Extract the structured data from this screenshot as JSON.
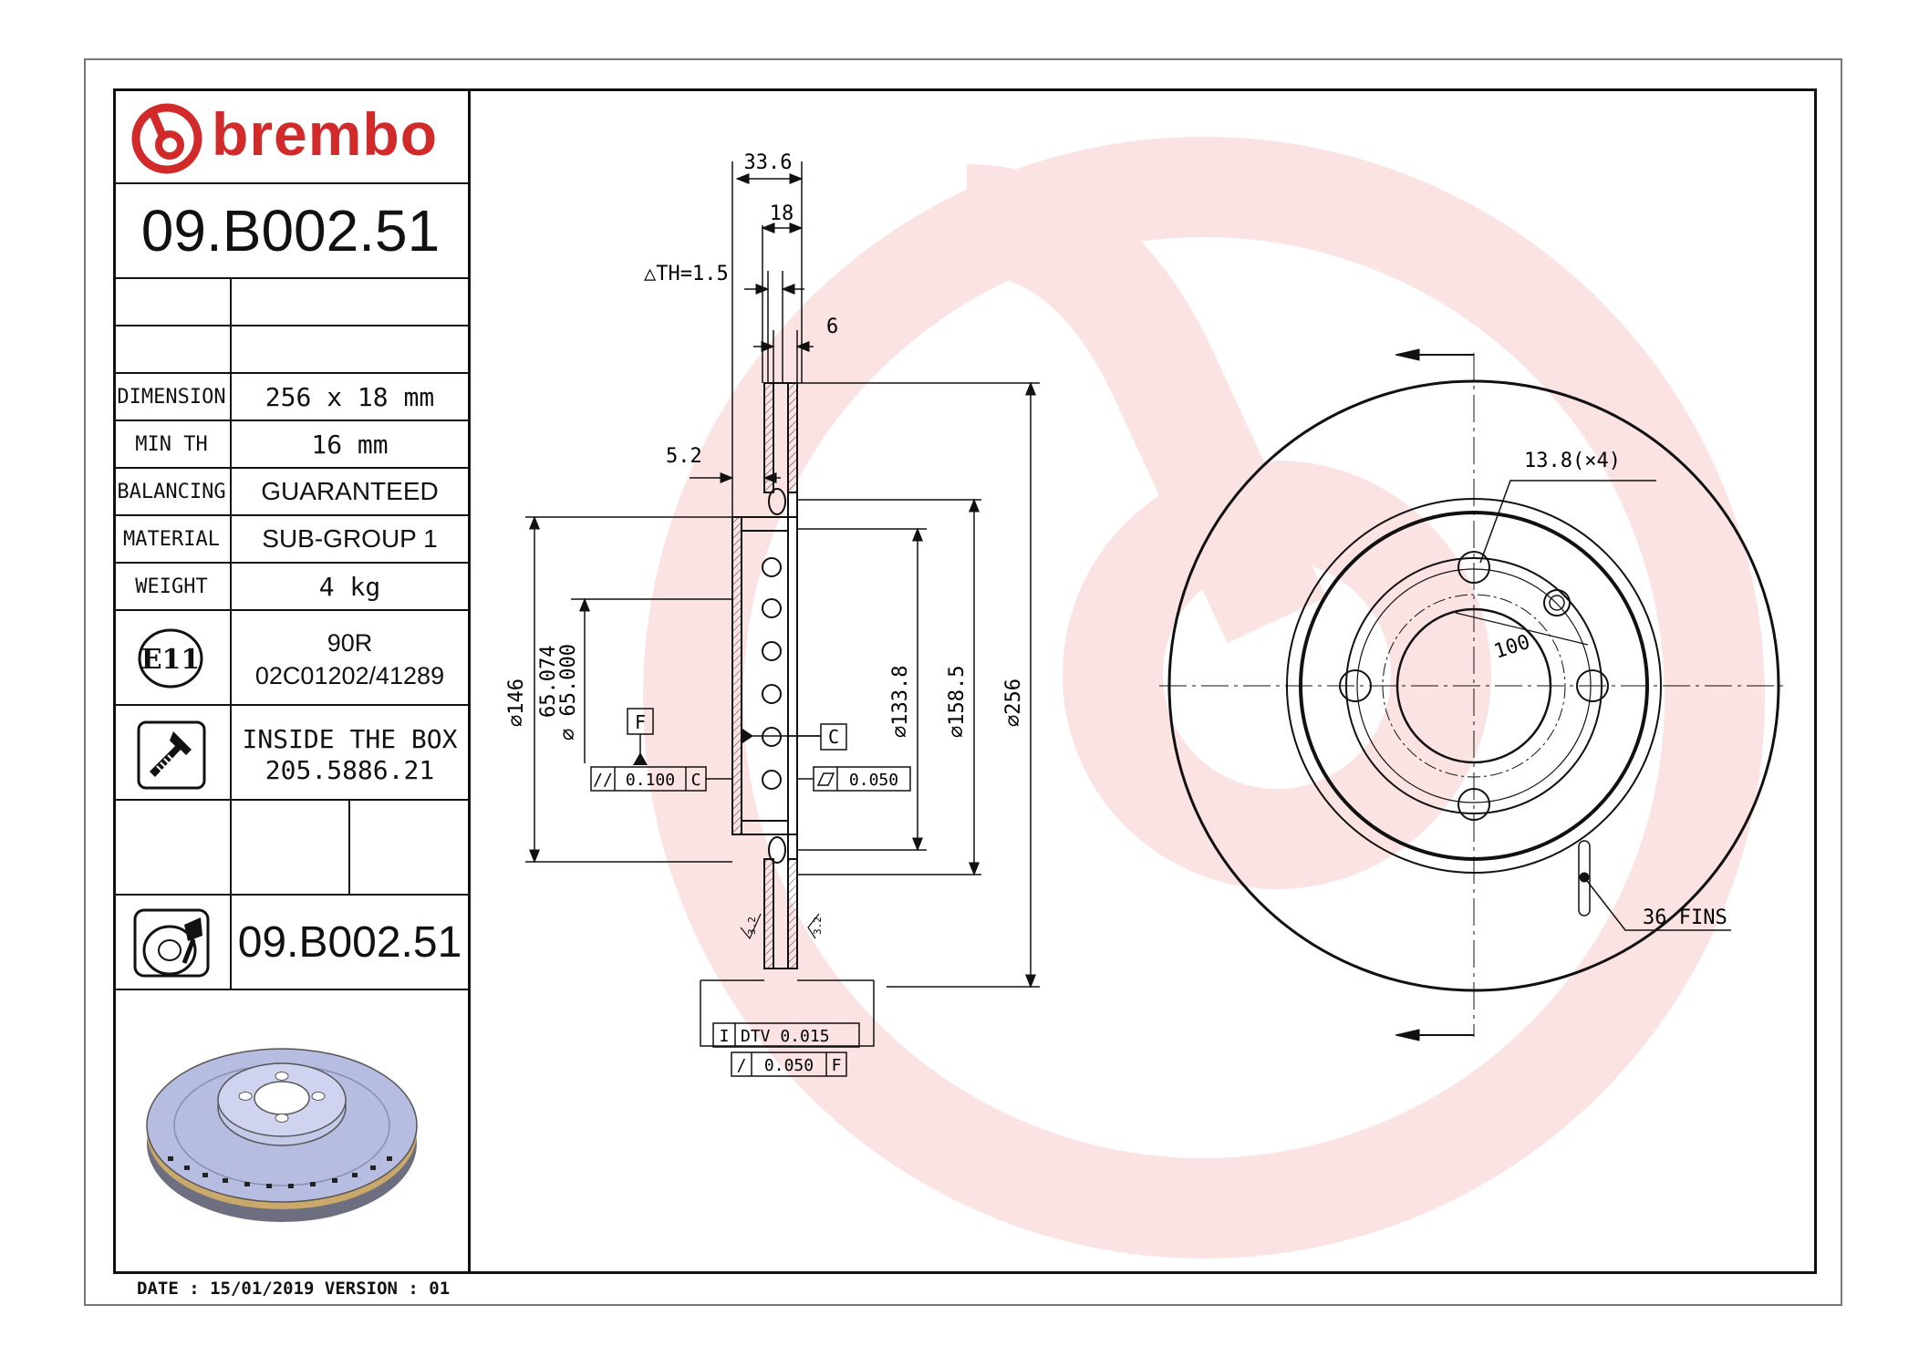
{
  "header": {
    "brand": "brembo",
    "part_number": "09.B002.51"
  },
  "specs": [
    {
      "label": "DIMENSION",
      "value": "256 x 18 mm"
    },
    {
      "label": "MIN TH",
      "value": "16 mm"
    },
    {
      "label": "BALANCING",
      "value": "GUARANTEED"
    },
    {
      "label": "MATERIAL",
      "value": "SUB-GROUP 1"
    },
    {
      "label": "WEIGHT",
      "value": "4 kg"
    }
  ],
  "approval": {
    "mark": "E11",
    "line1": "90R",
    "line2": "02C01202/41289"
  },
  "screws": {
    "line1": "INSIDE THE BOX",
    "line2": "205.5886.21"
  },
  "bottom_part_number": "09.B002.51",
  "footer": "DATE : 15/01/2019 VERSION : 01",
  "dimensions": {
    "overall_width": "33.6",
    "thickness": "18",
    "th_delta": "△TH=1.5",
    "flange": "6",
    "hat_offset": "5.2",
    "d146": "∅146",
    "d65a": "65.074",
    "d65b": "∅ 65.000",
    "d133": "∅133.8",
    "d158": "∅158.5",
    "d256": "∅256",
    "datum_f": "F",
    "datum_c": "C",
    "parallel_tol": "0.100",
    "parallel_ref": "C",
    "flatness_tol": "0.050",
    "dtv": "DTV  0.015",
    "runout_tol": "0.050",
    "runout_ref": "F",
    "roughness": "3.2",
    "bolt_holes": "13.8(×4)",
    "pcd": "100",
    "fins": "36 FINS"
  },
  "colors": {
    "brand_red": "#d22a2a",
    "watermark": "#fbe3e3",
    "line": "#111111",
    "disc_face": "#b7bde0"
  }
}
